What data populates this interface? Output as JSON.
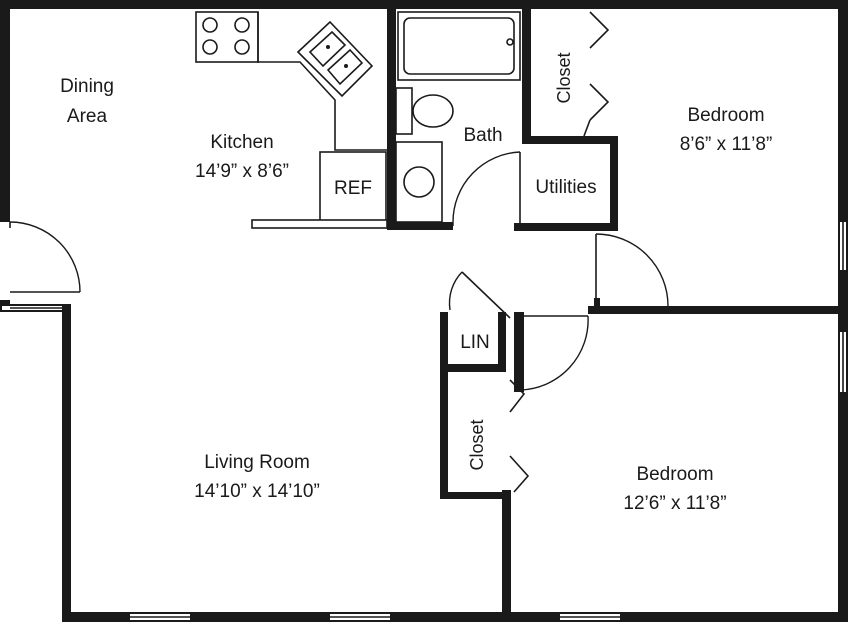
{
  "plan": {
    "rooms": {
      "dining": {
        "name_line1": "Dining",
        "name_line2": "Area"
      },
      "kitchen": {
        "name": "Kitchen",
        "size": "14’9” x 8’6”"
      },
      "bath": {
        "name": "Bath"
      },
      "bedroom_1": {
        "name": "Bedroom",
        "size": "8’6” x 11’8”"
      },
      "living": {
        "name": "Living Room",
        "size": "14’10” x 14’10”"
      },
      "bedroom_2": {
        "name": "Bedroom",
        "size": "12’6” x 11’8”"
      }
    },
    "fixtures": {
      "refrigerator": "REF",
      "utilities": "Utilities",
      "linen_closet": "LIN",
      "closet_bedroom_1": "Closet",
      "closet_bedroom_2": "Closet"
    }
  },
  "colors": {
    "wall": "#1a1a1a",
    "background": "#ffffff"
  }
}
